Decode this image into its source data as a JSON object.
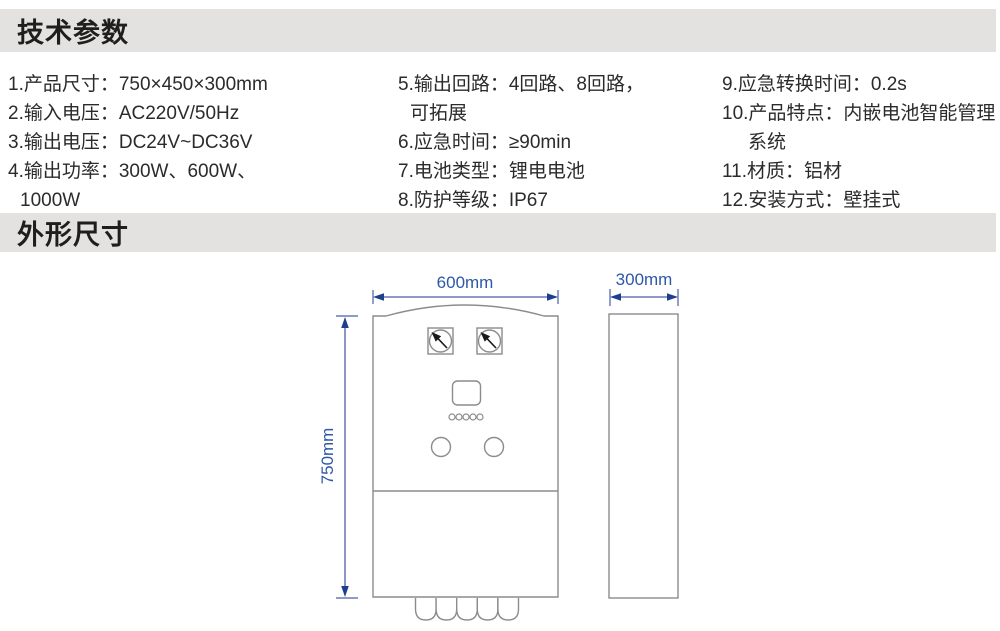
{
  "sections": {
    "tech_params_title": "技术参数",
    "dimensions_title": "外形尺寸"
  },
  "specs": {
    "col1": [
      "1.产品尺寸：750×450×300mm",
      "2.输入电压：AC220V/50Hz",
      "3.输出电压：DC24V~DC36V",
      "4.输出功率：300W、600W、",
      "1000W"
    ],
    "col2": [
      "5.输出回路：4回路、8回路，",
      "可拓展",
      "6.应急时间：≥90min",
      "7.电池类型：锂电电池",
      "8.防护等级：IP67"
    ],
    "col3": [
      "9.应急转换时间：0.2s",
      "10.产品特点：内嵌电池智能管理",
      "系统",
      "11.材质：铝材",
      "12.安装方式：壁挂式"
    ]
  },
  "drawing": {
    "width_label": "600mm",
    "depth_label": "300mm",
    "height_label": "750mm"
  },
  "colors": {
    "section_bar_bg": "#e3e2e0",
    "dimension_blue": "#2d58a7",
    "dimension_line_blue": "#4a5ea8",
    "arrowhead_blue": "#1d3f8c",
    "outline_gray": "#8c8c8c",
    "text_dark": "#2b2b2b"
  }
}
